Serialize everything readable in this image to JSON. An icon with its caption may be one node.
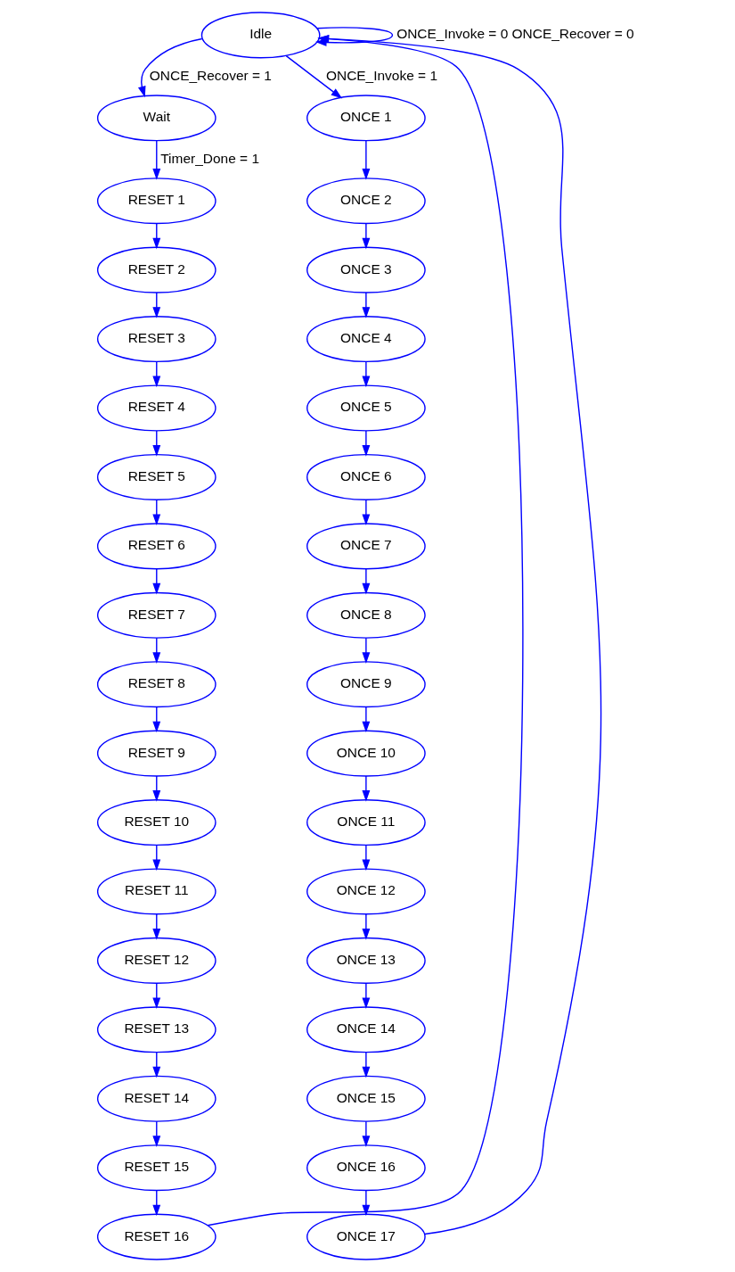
{
  "diagram": {
    "nodes": [
      {
        "text": [
          "Idle"
        ]
      },
      {
        "text": [
          "Wait"
        ]
      },
      {
        "text": [
          "RESET 1"
        ]
      },
      {
        "text": [
          "RESET 2"
        ]
      },
      {
        "text": [
          "RESET 3"
        ]
      },
      {
        "text": [
          "RESET 4"
        ]
      },
      {
        "text": [
          "RESET 5"
        ]
      },
      {
        "text": [
          "RESET 6"
        ]
      },
      {
        "text": [
          "RESET 7"
        ]
      },
      {
        "text": [
          "RESET 8"
        ]
      },
      {
        "text": [
          "RESET 9"
        ]
      },
      {
        "text": [
          "RESET 10"
        ]
      },
      {
        "text": [
          "RESET 11"
        ]
      },
      {
        "text": [
          "RESET 12"
        ]
      },
      {
        "text": [
          "RESET 13"
        ]
      },
      {
        "text": [
          "RESET 14"
        ]
      },
      {
        "text": [
          "RESET 15"
        ]
      },
      {
        "text": [
          "RESET 16"
        ]
      },
      {
        "text": [
          "ONCE 1"
        ]
      },
      {
        "text": [
          "ONCE 2"
        ]
      },
      {
        "text": [
          "ONCE 3"
        ]
      },
      {
        "text": [
          "ONCE 4"
        ]
      },
      {
        "text": [
          "ONCE 5"
        ]
      },
      {
        "text": [
          "ONCE 6"
        ]
      },
      {
        "text": [
          "ONCE 7"
        ]
      },
      {
        "text": [
          "ONCE 8"
        ]
      },
      {
        "text": [
          "ONCE 9"
        ]
      },
      {
        "text": [
          "ONCE 10"
        ]
      },
      {
        "text": [
          "ONCE 11"
        ]
      },
      {
        "text": [
          "ONCE 12"
        ]
      },
      {
        "text": [
          "ONCE 13"
        ]
      },
      {
        "text": [
          "ONCE 14"
        ]
      },
      {
        "text": [
          "ONCE 15"
        ]
      },
      {
        "text": [
          "ONCE 16"
        ]
      },
      {
        "text": [
          "ONCE 17"
        ]
      }
    ],
    "edges": [
      {
        "from": 0,
        "to": 0,
        "arrow": "to",
        "label": "ONCE_Invoke = 0 ONCE_Recover = 0"
      },
      {
        "from": 0,
        "to": 1,
        "arrow": "to",
        "label": "ONCE_Recover = 1"
      },
      {
        "from": 0,
        "to": 18,
        "arrow": "to",
        "label": "ONCE_Invoke = 1"
      },
      {
        "from": 1,
        "to": 2,
        "arrow": "to",
        "label": "Timer_Done = 1"
      },
      {
        "from": 2,
        "to": 3,
        "arrow": "to"
      },
      {
        "from": 3,
        "to": 4,
        "arrow": "to"
      },
      {
        "from": 4,
        "to": 5,
        "arrow": "to"
      },
      {
        "from": 5,
        "to": 6,
        "arrow": "to"
      },
      {
        "from": 6,
        "to": 7,
        "arrow": "to"
      },
      {
        "from": 7,
        "to": 8,
        "arrow": "to"
      },
      {
        "from": 8,
        "to": 9,
        "arrow": "to"
      },
      {
        "from": 9,
        "to": 10,
        "arrow": "to"
      },
      {
        "from": 10,
        "to": 11,
        "arrow": "to"
      },
      {
        "from": 11,
        "to": 12,
        "arrow": "to"
      },
      {
        "from": 12,
        "to": 13,
        "arrow": "to"
      },
      {
        "from": 13,
        "to": 14,
        "arrow": "to"
      },
      {
        "from": 14,
        "to": 15,
        "arrow": "to"
      },
      {
        "from": 15,
        "to": 16,
        "arrow": "to"
      },
      {
        "from": 16,
        "to": 17,
        "arrow": "to"
      },
      {
        "from": 17,
        "to": 0,
        "arrow": "to"
      },
      {
        "from": 18,
        "to": 19,
        "arrow": "to"
      },
      {
        "from": 19,
        "to": 20,
        "arrow": "to"
      },
      {
        "from": 20,
        "to": 21,
        "arrow": "to"
      },
      {
        "from": 21,
        "to": 22,
        "arrow": "to"
      },
      {
        "from": 22,
        "to": 23,
        "arrow": "to"
      },
      {
        "from": 23,
        "to": 24,
        "arrow": "to"
      },
      {
        "from": 24,
        "to": 25,
        "arrow": "to"
      },
      {
        "from": 25,
        "to": 26,
        "arrow": "to"
      },
      {
        "from": 26,
        "to": 27,
        "arrow": "to"
      },
      {
        "from": 27,
        "to": 28,
        "arrow": "to"
      },
      {
        "from": 28,
        "to": 29,
        "arrow": "to"
      },
      {
        "from": 29,
        "to": 30,
        "arrow": "to"
      },
      {
        "from": 30,
        "to": 31,
        "arrow": "to"
      },
      {
        "from": 31,
        "to": 32,
        "arrow": "to"
      },
      {
        "from": 32,
        "to": 33,
        "arrow": "to"
      },
      {
        "from": 33,
        "to": 34,
        "arrow": "to"
      },
      {
        "from": 34,
        "to": 0,
        "arrow": "to"
      }
    ]
  }
}
